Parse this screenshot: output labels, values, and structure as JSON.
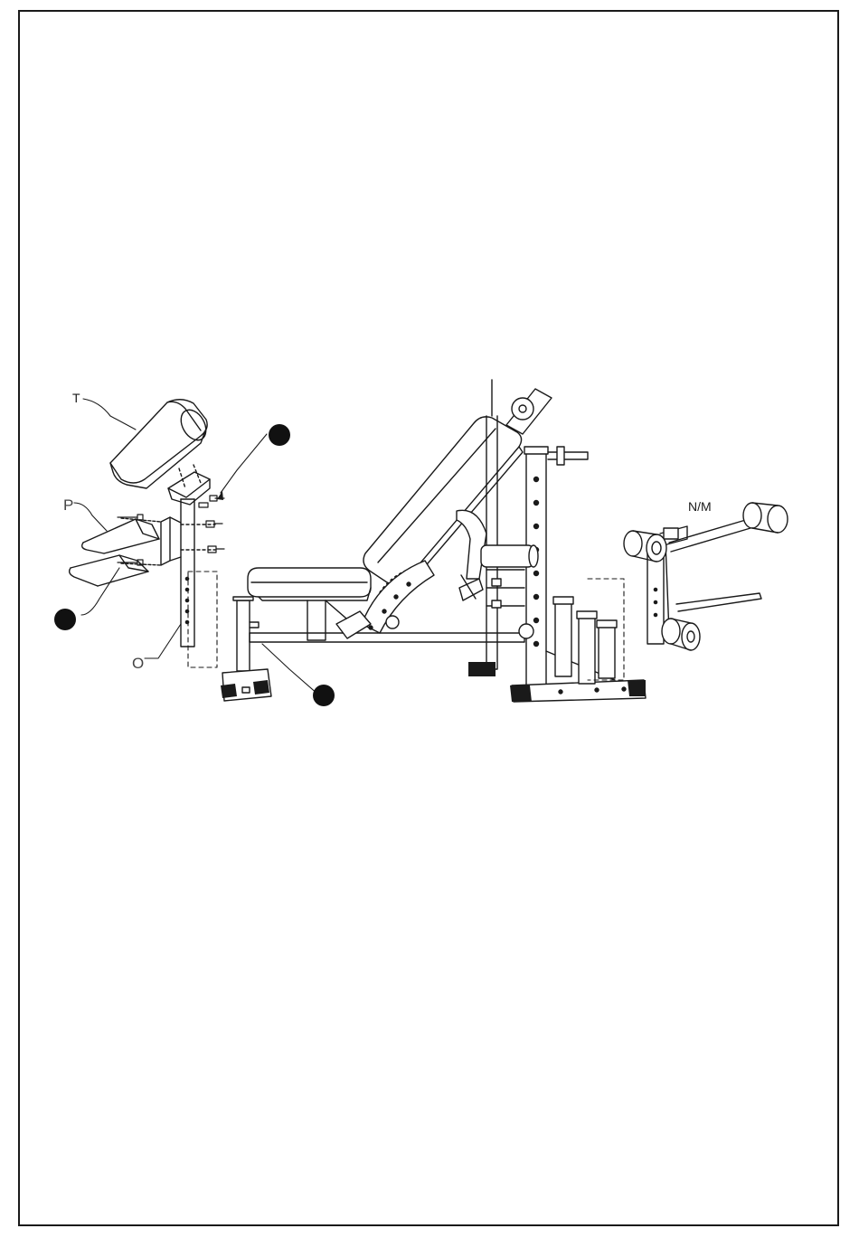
{
  "diagram": {
    "labels": {
      "t": "T",
      "p": "P",
      "o": "O",
      "nm": "N/M"
    },
    "colors": {
      "line": "#1a1a1a",
      "marker": "#111111",
      "background": "#ffffff"
    }
  }
}
